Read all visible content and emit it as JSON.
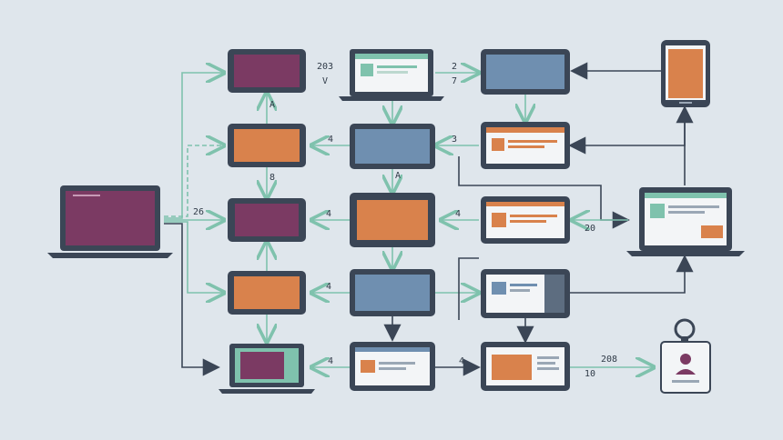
{
  "colors": {
    "background": "#dfe6ec",
    "frame": "#3b4656",
    "purple": "#7b3a63",
    "orange": "#d9824c",
    "blue": "#6f8fb0",
    "teal": "#7fc2ad",
    "screen_light": "#f3f5f7"
  },
  "labels": {
    "r1_top": "203",
    "r1_bottom": "V",
    "r1_right_top": "2",
    "r1_right_bottom": "7",
    "r2_c2": "4",
    "r2_down_c1": "8",
    "r2_c3": "3",
    "r2_c3_down": "A",
    "r3_left": "26",
    "r3_c2": "4",
    "r3_c3": "4",
    "r3_right": "20",
    "r4_c2": "4",
    "r5_c2": "4",
    "r5_c3": "4",
    "r5_right_top": "208",
    "r5_right_bottom": "10",
    "r1_c1_up": "A"
  },
  "icons": {
    "badge": "user-badge-icon",
    "laptop": "laptop-icon",
    "phone": "phone-icon",
    "tablet": "tablet-icon",
    "monitor": "monitor-icon"
  }
}
